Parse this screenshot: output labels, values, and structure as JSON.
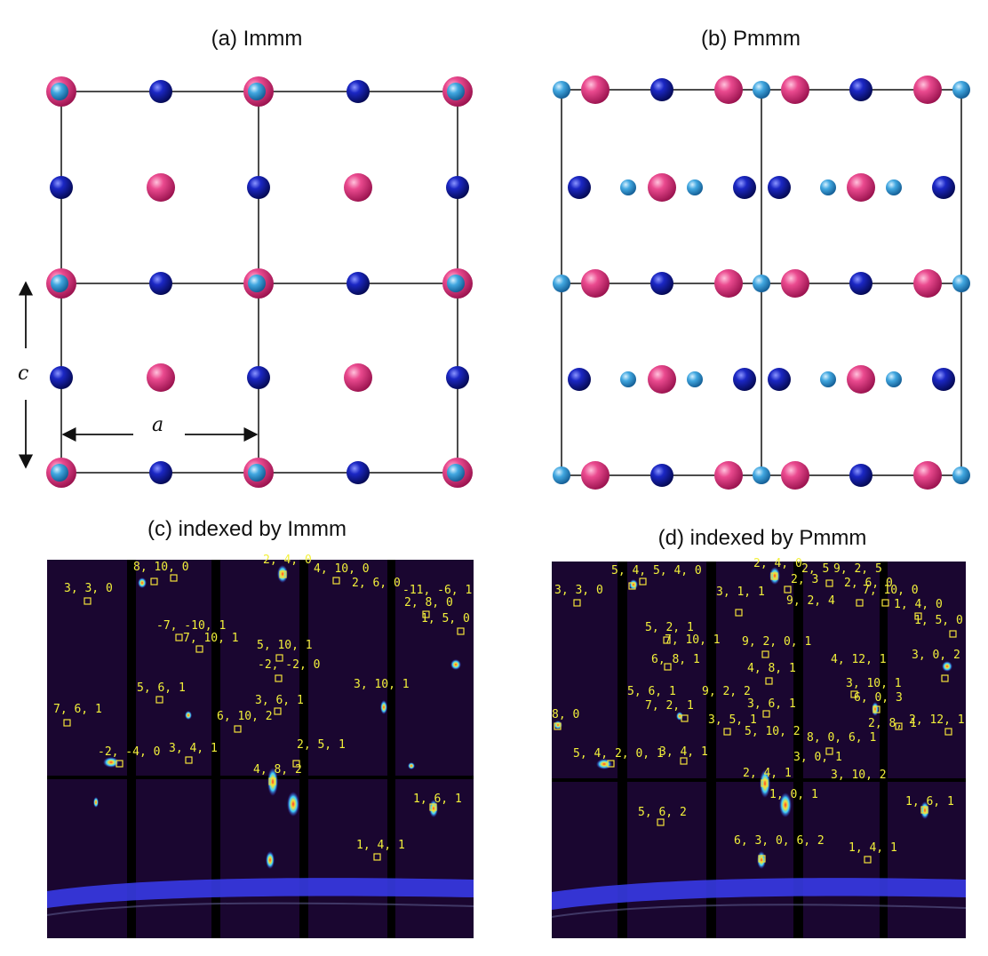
{
  "titles": {
    "a": "(a) Immm",
    "b": "(b) Pmmm",
    "c": "(c) indexed by Immm",
    "d": "(d) indexed by Pmmm"
  },
  "axes": {
    "c": "c",
    "a": "a"
  },
  "colors": {
    "magenta_atom": "#e0387e",
    "navy_atom": "#0f1a9e",
    "light_blue_atom": "#3aa0d8",
    "spot_label": "#f2f03a",
    "box_outline": "#f2e13a",
    "detector_bg": "#1a0630"
  },
  "labels_c": [
    "8, 10, 0",
    "2, 4, 0",
    "4, 10, 0",
    "2, 6, 0",
    "-11, -6, 1",
    "3, 3, 0",
    "2, 8, 0",
    "1, 5, 0",
    "-7, -10, 1",
    "7, 10, 1",
    "5, 10, 1",
    "-2, -2, 0",
    "3, 10, 1",
    "5, 6, 1",
    "3, 6, 1",
    "6, 10, 2",
    "7, 6, 1",
    "2, 5, 1",
    "-2, -4, 0",
    "3, 4, 1",
    "4, 8, 2",
    "1, 6, 1",
    "1, 4, 1"
  ],
  "labels_d": [
    "5, 4, 5, 4, 0",
    "2, 4, 0",
    "2, 5",
    "9, 2, 5",
    "3, 3, 0",
    "3, 1, 1",
    "2, 3",
    "2, 6, 0",
    "7, 10, 0",
    "9, 2, 4",
    "1, 4, 0",
    "1, 5, 0",
    "5, 2, 1",
    "7, 10, 1",
    "9, 2, 0, 1",
    "6, 8, 1",
    "4, 8, 1",
    "4, 12, 1",
    "3, 0, 2",
    "3, 10, 1",
    "6, 0, 3",
    "5, 6, 1",
    "7, 2, 1",
    "9, 2, 2",
    "3, 6, 1",
    "3, 5, 1",
    "5, 10, 2",
    "8, 0, 6, 1",
    "2, 8, 1",
    "2, 12, 1",
    "3, 0, 1",
    "8, 0",
    "5, 4, 2, 0, 1",
    "3, 4, 1",
    "2, 4, 1",
    "3, 10, 2",
    "1, 0, 1",
    "1, 6, 1",
    "5, 6, 2",
    "6, 3, 0, 6, 2",
    "1, 4, 1"
  ]
}
